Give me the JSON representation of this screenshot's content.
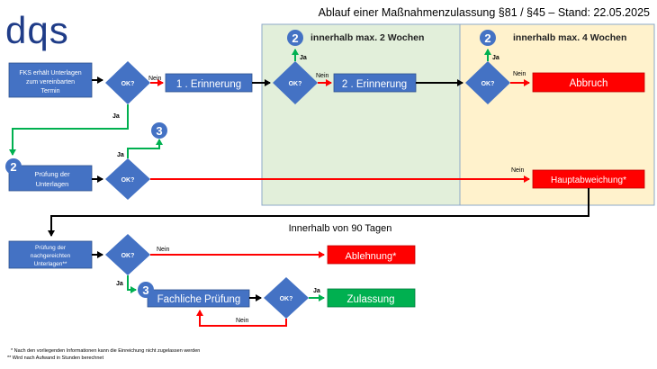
{
  "logo": "dqs",
  "title": "Ablauf einer Maßnahmenzulassung §81 / §45 – Stand: 22.05.2025",
  "colors": {
    "process_blue": "#4472C4",
    "logo_blue": "#1F3C88",
    "red": "#FF0000",
    "green": "#00B050",
    "panel_green": "#E2EFDA",
    "panel_yellow": "#FFF2CC",
    "panel_border": "#8EA9C8"
  },
  "panels": {
    "two_weeks": "innerhalb max. 2 Wochen",
    "four_weeks": "innerhalb max. 4 Wochen"
  },
  "nodes": {
    "fks": [
      "FKS erhält Unterlagen",
      "zum vereinbarten",
      "Termin"
    ],
    "decision": "OK?",
    "reminder1": "1 . Erinnerung",
    "reminder2": "2 . Erinnerung",
    "abbruch": "Abbruch",
    "pruefung": [
      "Prüfung der",
      "Unterlagen"
    ],
    "hauptabweichung": "Hauptabweichung*",
    "nachgereicht": [
      "Prüfung der",
      "nachgereichten",
      "Unterlagen**"
    ],
    "ablehnung": "Ablehnung*",
    "fachlich": "Fachliche Prüfung",
    "zulassung": "Zulassung"
  },
  "connectors": {
    "two": "2",
    "three": "3"
  },
  "labels": {
    "nein": "Nein",
    "ja": "Ja",
    "ninety_days": "Innerhalb von 90 Tagen"
  },
  "footnotes": [
    "* Nach den vorliegenden Informationen kann die Einreichung nicht zugelassen werden",
    "** Wird nach Aufwand in Stunden berechnet"
  ]
}
